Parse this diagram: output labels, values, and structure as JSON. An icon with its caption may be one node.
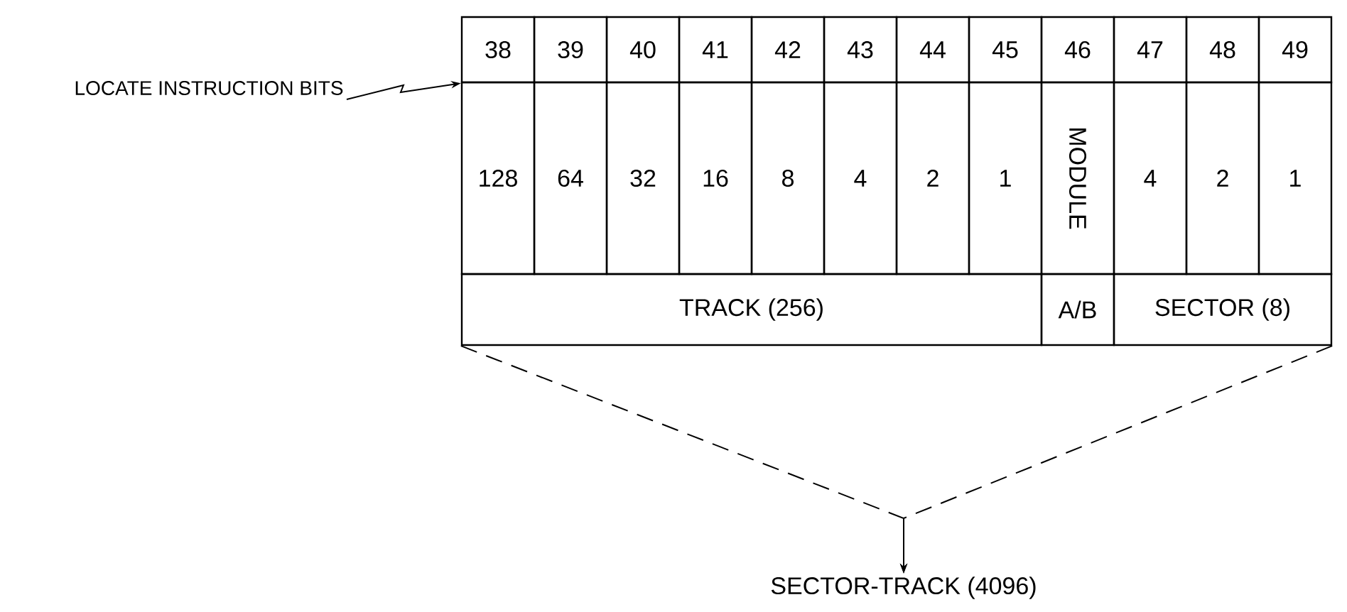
{
  "diagram": {
    "nodes": [
      {
        "text": [
          "LOCATE INSTRUCTION BITS"
        ]
      },
      {
        "text": [
          "38"
        ]
      },
      {
        "text": [
          "39"
        ]
      },
      {
        "text": [
          "40"
        ]
      },
      {
        "text": [
          "41"
        ]
      },
      {
        "text": [
          "42"
        ]
      },
      {
        "text": [
          "43"
        ]
      },
      {
        "text": [
          "44"
        ]
      },
      {
        "text": [
          "45"
        ]
      },
      {
        "text": [
          "46"
        ]
      },
      {
        "text": [
          "47"
        ]
      },
      {
        "text": [
          "48"
        ]
      },
      {
        "text": [
          "49"
        ]
      },
      {
        "text": [
          "128"
        ]
      },
      {
        "text": [
          "64"
        ]
      },
      {
        "text": [
          "32"
        ]
      },
      {
        "text": [
          "16"
        ]
      },
      {
        "text": [
          "8"
        ]
      },
      {
        "text": [
          "4"
        ]
      },
      {
        "text": [
          "2"
        ]
      },
      {
        "text": [
          "1"
        ]
      },
      {
        "text": [
          "MODULE"
        ]
      },
      {
        "text": [
          "4"
        ]
      },
      {
        "text": [
          "2"
        ]
      },
      {
        "text": [
          "1"
        ]
      },
      {
        "text": [
          "TRACK (256)"
        ]
      },
      {
        "text": [
          "A/B"
        ]
      },
      {
        "text": [
          "SECTOR (8)"
        ]
      },
      {
        "text": [
          "SECTOR-TRACK (4096)"
        ]
      }
    ],
    "edges": [
      {
        "from": 0,
        "to": 1,
        "arrow": "to"
      },
      {
        "from": 25,
        "to": 28,
        "arrow": "to",
        "style": "dashed"
      },
      {
        "from": 27,
        "to": 28,
        "arrow": "to",
        "style": "dashed"
      }
    ]
  }
}
